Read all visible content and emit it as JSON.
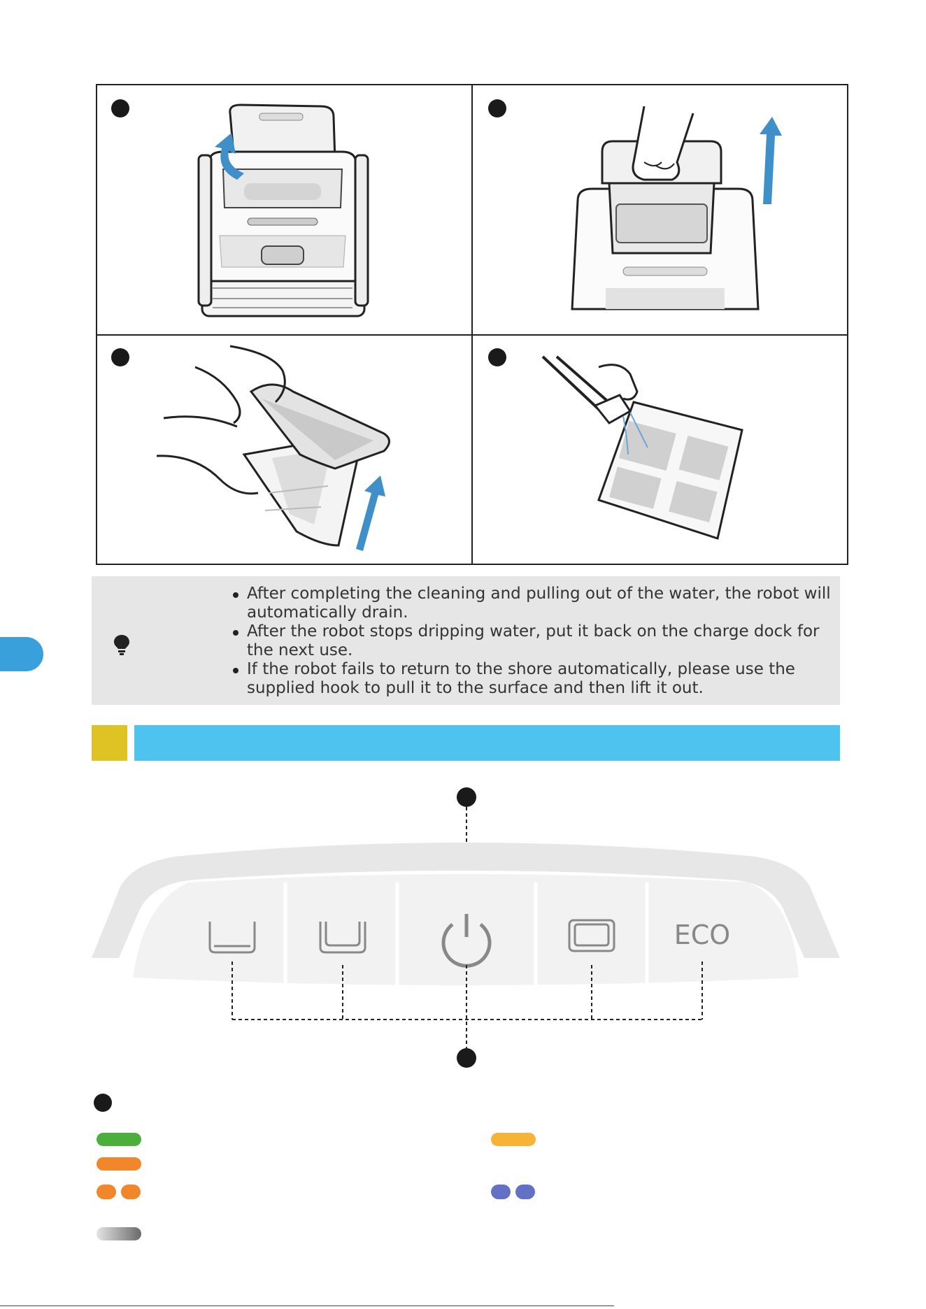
{
  "steps": [
    {
      "id": "step-1",
      "image": "robot-open-lid-illustration"
    },
    {
      "id": "step-2",
      "image": "lift-filter-basket-illustration"
    },
    {
      "id": "step-3",
      "image": "separate-filter-illustration"
    },
    {
      "id": "step-4",
      "image": "rinse-filter-with-hose-illustration"
    }
  ],
  "note": {
    "icon": "lightbulb-icon",
    "items": [
      "After completing the cleaning and pulling out of the water, the robot will automatically drain.",
      "After the robot stops dripping water, put it back on the charge dock for the next use.",
      "If the robot fails to return to the shore automatically, please use the supplied hook to pull it to the surface and then lift it out."
    ]
  },
  "section": {
    "number": "",
    "title": ""
  },
  "control_panel": {
    "buttons": [
      {
        "name": "floor-mode-button",
        "icon": "floor-icon"
      },
      {
        "name": "floor-wall-mode-button",
        "icon": "floor-wall-icon"
      },
      {
        "name": "power-button",
        "icon": "power-icon"
      },
      {
        "name": "full-clean-mode-button",
        "icon": "full-clean-icon"
      },
      {
        "name": "eco-mode-button",
        "label": "ECO"
      }
    ]
  },
  "indicator_legend": {
    "colors": {
      "green": "#4caf3c",
      "orange": "#f2862a",
      "yellow": "#f7b335",
      "blue": "#6371c4",
      "gray_start": "#e4e4e4",
      "gray_end": "#6a6a6a"
    }
  }
}
